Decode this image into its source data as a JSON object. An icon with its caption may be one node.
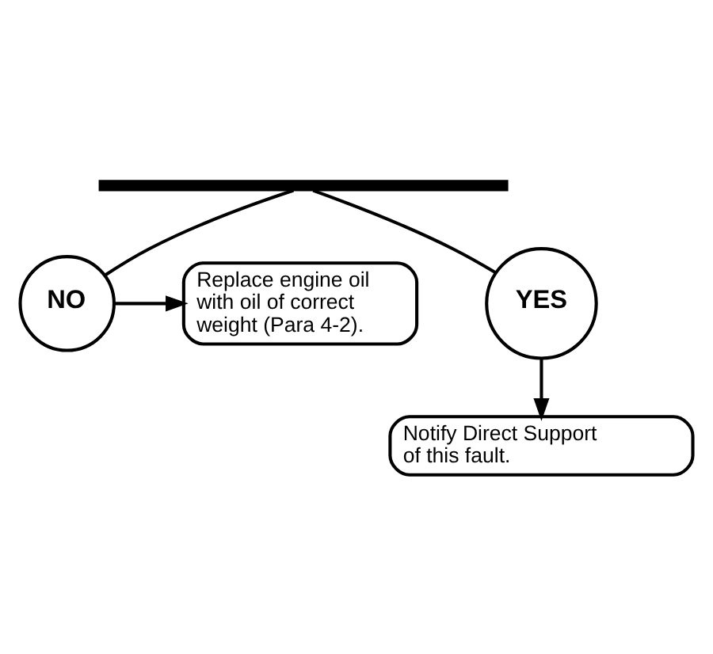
{
  "diagram": {
    "nodes": [
      {
        "text": [],
        "shape": "box"
      },
      {
        "text": [
          "NO"
        ]
      },
      {
        "text": [
          "Replace engine oil with oil of correct weight (Para 4-2)."
        ]
      },
      {
        "text": [
          "YES"
        ]
      },
      {
        "text": [
          "Notify Direct Support of this fault."
        ]
      }
    ],
    "edges": [
      {
        "from": 0,
        "to": 1,
        "arrow": "none"
      },
      {
        "from": 1,
        "to": 2,
        "arrow": "to"
      },
      {
        "from": 0,
        "to": 3,
        "arrow": "none"
      },
      {
        "from": 3,
        "to": 4,
        "arrow": "to"
      }
    ]
  }
}
